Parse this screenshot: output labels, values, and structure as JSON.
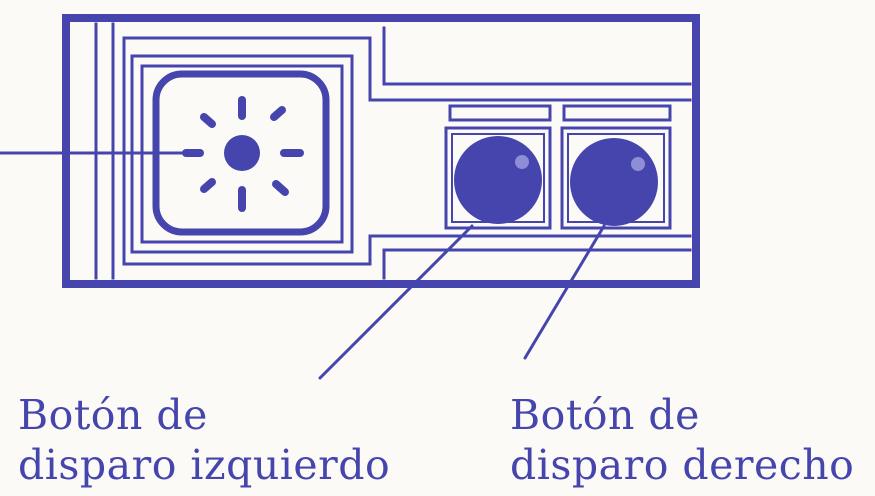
{
  "colors": {
    "ink": "#4545ad",
    "ink_light": "#8e8ed6",
    "paper": "#fbfaf7"
  },
  "controller": {
    "dpad": {
      "icon": "sun-icon"
    },
    "buttons": [
      {
        "name": "left-fire-button",
        "icon": "ball-button-icon"
      },
      {
        "name": "right-fire-button",
        "icon": "ball-button-icon"
      }
    ]
  },
  "labels": {
    "left_button": {
      "line1": "Botón de",
      "line2": "disparo izquierdo"
    },
    "right_button": {
      "line1": "Botón de",
      "line2": "disparo derecho"
    }
  }
}
